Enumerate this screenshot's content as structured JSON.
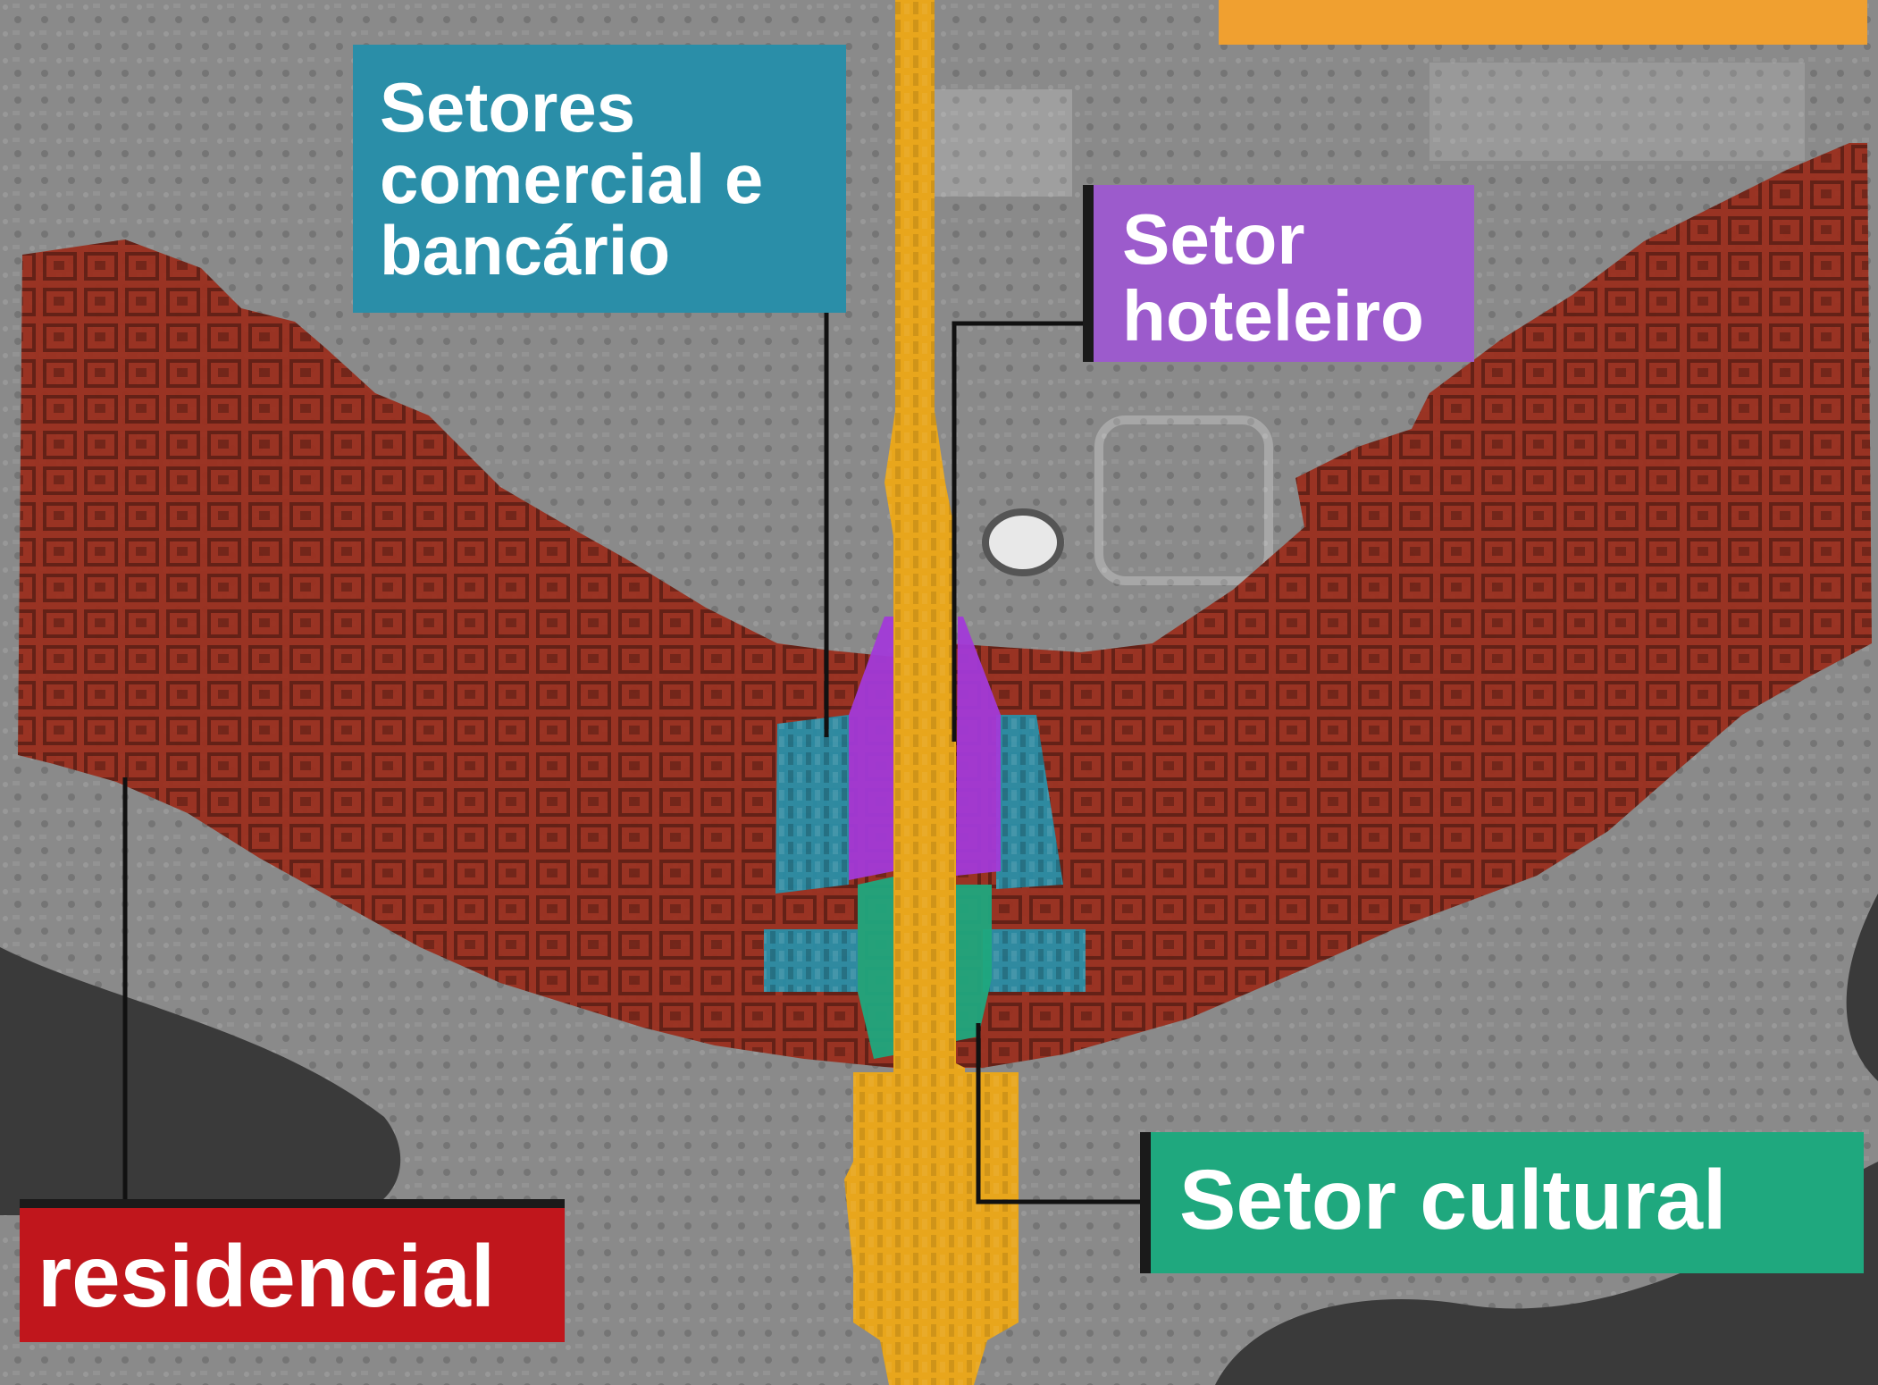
{
  "title": "",
  "map": {
    "background": "aerial-satellite-photo-grayscale",
    "lake_color": "#3a3a3a",
    "land_color": "#8a8a8a"
  },
  "zones": [
    {
      "id": "axis",
      "color": "#e8a61c"
    },
    {
      "id": "residencial",
      "color": "#9a2e1e"
    },
    {
      "id": "comercial",
      "color": "#2a8fa8"
    },
    {
      "id": "hoteleiro",
      "color": "#a23ad8"
    },
    {
      "id": "cultural",
      "color": "#1fa87e"
    }
  ],
  "labels": {
    "comercial": {
      "lines": [
        "Setores",
        "comercial e",
        "bancário"
      ],
      "color": "#2a8ea8"
    },
    "hoteleiro": {
      "lines": [
        "Setor",
        "hoteleiro"
      ],
      "color": "#9c5bcc"
    },
    "cultural": {
      "text": "Setor cultural",
      "color": "#1fa87e"
    },
    "residencial": {
      "text": "residencial",
      "color": "#c0161c"
    },
    "top_right_bar": {
      "color": "#f0a030"
    }
  }
}
